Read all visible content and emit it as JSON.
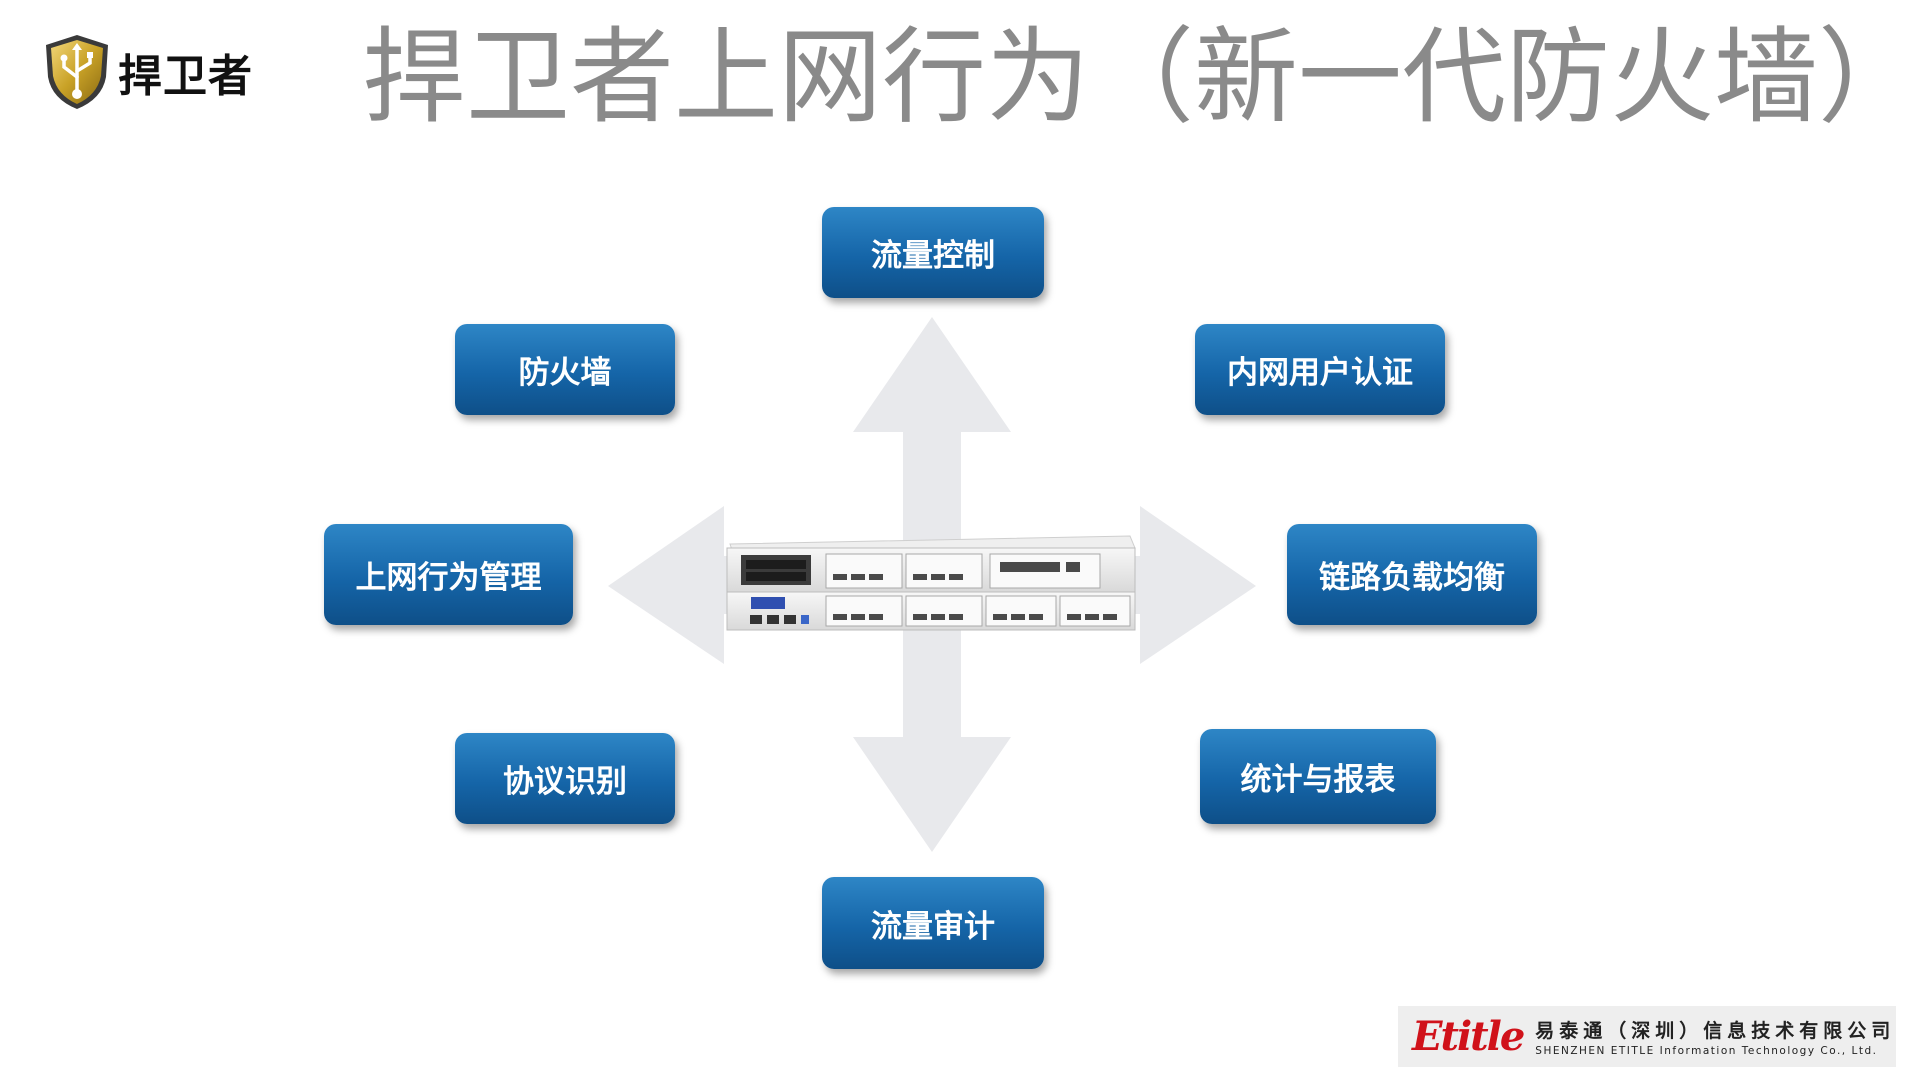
{
  "logo": {
    "text": "捍卫者",
    "icon": "shield-usb-icon"
  },
  "title": "捍卫者上网行为（新一代防火墙）",
  "nodes": {
    "top": "流量控制",
    "top_left": "防火墙",
    "top_right": "内网用户认证",
    "left": "上网行为管理",
    "right": "链路负载均衡",
    "bottom_left": "协议识别",
    "bottom_right": "统计与报表",
    "bottom": "流量审计"
  },
  "device": {
    "icon": "firewall-appliance-icon"
  },
  "footer": {
    "brand": "Etitle",
    "company_cn": "易泰通（深圳）信息技术有限公司",
    "company_en": "SHENZHEN ETITLE Information Technology Co., Ltd."
  },
  "colors": {
    "node_blue": "#1565a8",
    "arrow_gray": "#e8e9ec",
    "title_gray": "#8a8a8a",
    "logo_gold": "#c9a227",
    "brand_red": "#d0121a"
  }
}
